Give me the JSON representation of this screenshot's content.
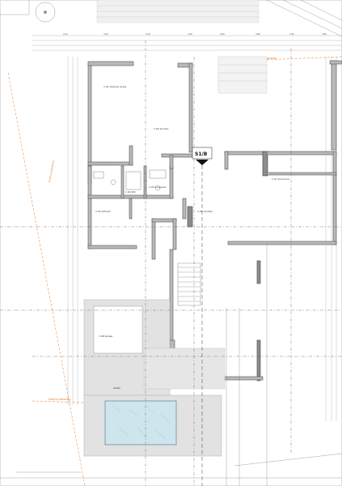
{
  "section_marker": {
    "label": "S1/B"
  },
  "annotations": {
    "orange_boundary_top": "hranice pozemku",
    "orange_boundary_left": "hranice pozemku",
    "orange_boundary_bottom": "hranice pozemku"
  },
  "dimensions_top": [
    "4,10",
    "3,20",
    "4,40",
    "4,20",
    "2,60",
    "3,80",
    "2,90",
    "4,80"
  ],
  "room_labels": [
    {
      "text": "1.01 obývací pokoj",
      "color": "#333333"
    },
    {
      "text": "1.02 kuchyň",
      "color": "#333333"
    },
    {
      "text": "1.03 zádveří",
      "color": "#333333"
    },
    {
      "text": "1.04 WC",
      "color": "#333333"
    },
    {
      "text": "1.05 koupelna",
      "color": "#333333"
    },
    {
      "text": "1.06 chodba",
      "color": "#333333"
    },
    {
      "text": "1.07 pracovna",
      "color": "#333333"
    },
    {
      "text": "1.08 terasa",
      "color": "#333333"
    },
    {
      "text": "bazén",
      "color": "#333333"
    }
  ],
  "colors": {
    "walls": "#b9b9b9",
    "pool_water": "#cfe5ee",
    "boundary_accent": "#e07a2c"
  }
}
